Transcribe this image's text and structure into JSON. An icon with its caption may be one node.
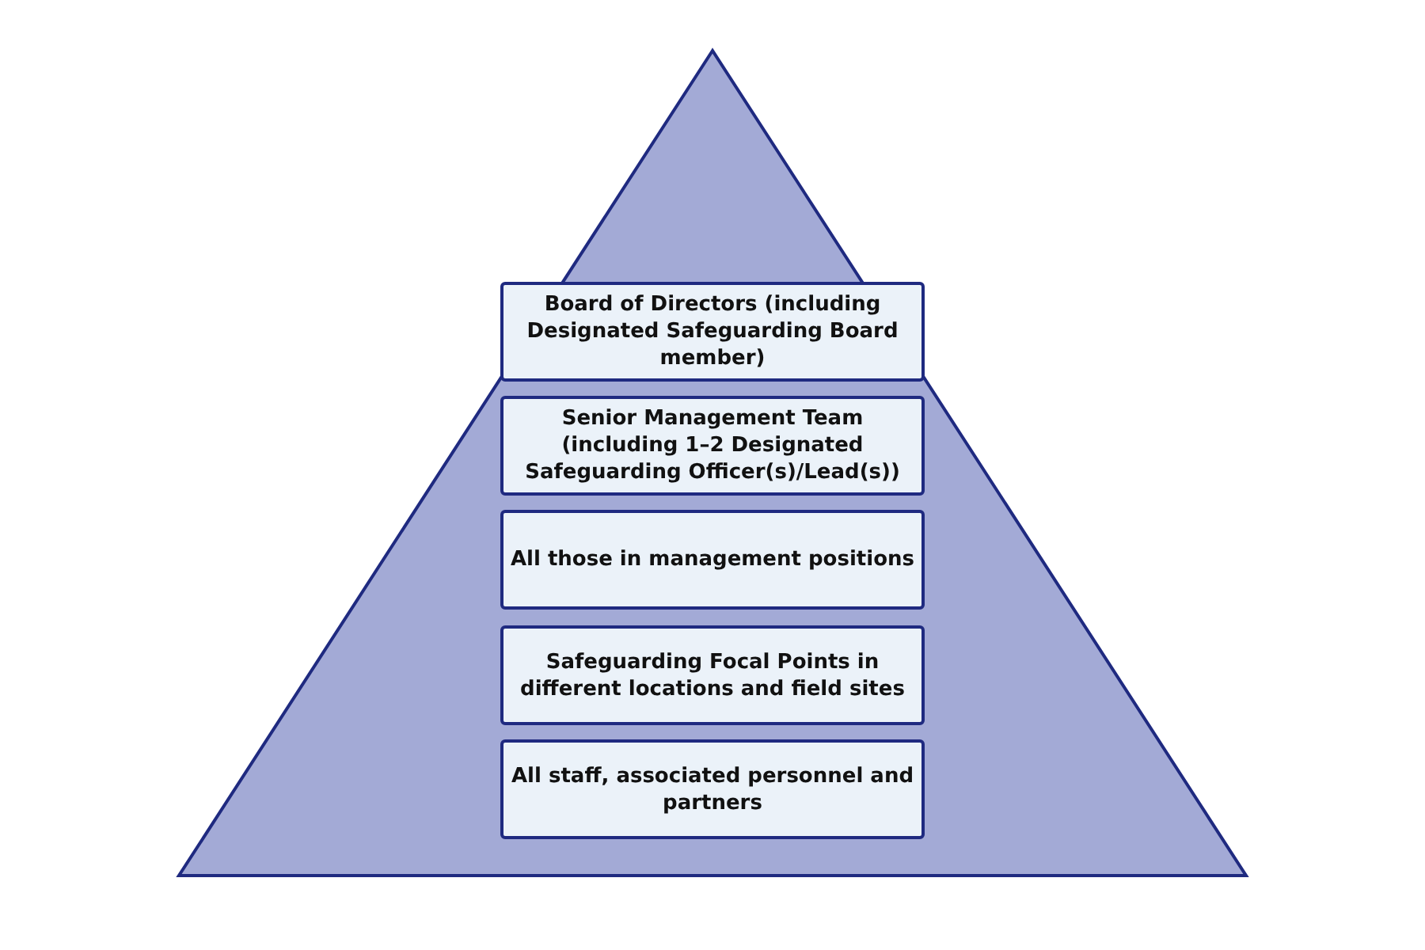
{
  "diagram": {
    "nodes": [
      {
        "text": [
          "Board of Directors (including Designated Safeguarding Board member)"
        ]
      },
      {
        "text": [
          "Senior Management Team (including 1–2 Designated Safeguarding Officer(s)/Lead(s))"
        ]
      },
      {
        "text": [
          "All those in management positions"
        ]
      },
      {
        "text": [
          "Safeguarding Focal Points in different locations and field sites"
        ]
      },
      {
        "text": [
          "All staff, associated personnel and partners"
        ]
      }
    ]
  }
}
